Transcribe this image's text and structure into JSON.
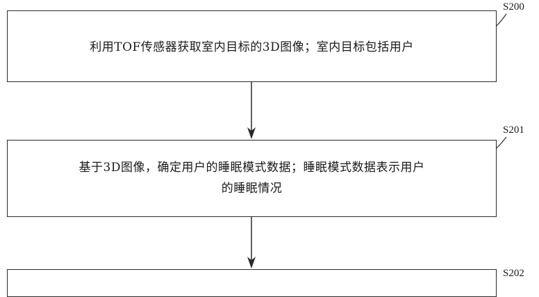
{
  "steps": [
    {
      "id": "S200",
      "lines": [
        "利用TOF传感器获取室内目标的3D图像；室内目标包括用户"
      ]
    },
    {
      "id": "S201",
      "lines": [
        "基于3D图像，确定用户的睡眠模式数据；睡眠模式数据表示用户",
        "的睡眠情况"
      ]
    },
    {
      "id": "S202",
      "lines": []
    }
  ]
}
